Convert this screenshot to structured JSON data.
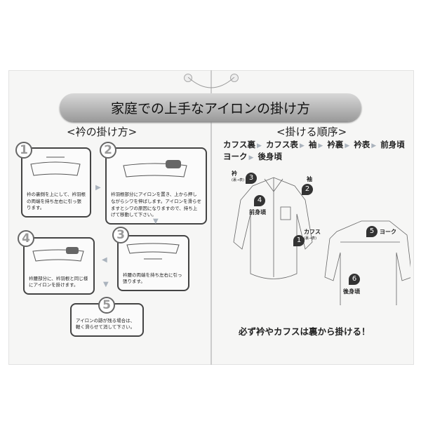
{
  "title": "家庭での上手なアイロンの掛け方",
  "left": {
    "heading": "<衿の掛け方>",
    "steps": [
      {
        "num": "1",
        "text": "衿の裏側を上にして、衿羽根の両端を持ち左右に引っ張ります。"
      },
      {
        "num": "2",
        "text": "衿羽根部分にアイロンを置き、上から押しながらシワを伸ばします。アイロンを滑らせますとシワの原因になりますので、持ち上げて移動して下さい。"
      },
      {
        "num": "3",
        "text": "衿腰の両端を持ち左右に引っ張ります。"
      },
      {
        "num": "4",
        "text": "衿腰部分に、衿羽根と同じ様にアイロンを掛けます。"
      },
      {
        "num": "5",
        "text": "アイロンの跡が残る場合は、軽く滑らせて消して下さい。"
      }
    ]
  },
  "right": {
    "heading": "<掛ける順序>",
    "order": [
      "カフス裏",
      "カフス表",
      "袖",
      "衿裏",
      "衿表",
      "前身頃",
      "ヨーク",
      "後身頃"
    ],
    "labels": {
      "collar": "衿",
      "collar_note": "(裏→表)",
      "sleeve": "袖",
      "front": "前身頃",
      "cuffs": "カフス",
      "cuffs_note": "(裏→表)",
      "yoke": "ヨーク",
      "back": "後身頃"
    },
    "pins": [
      "1",
      "2",
      "3",
      "4",
      "5",
      "6"
    ],
    "note": "必ず衿やカフスは裏から掛ける！"
  }
}
